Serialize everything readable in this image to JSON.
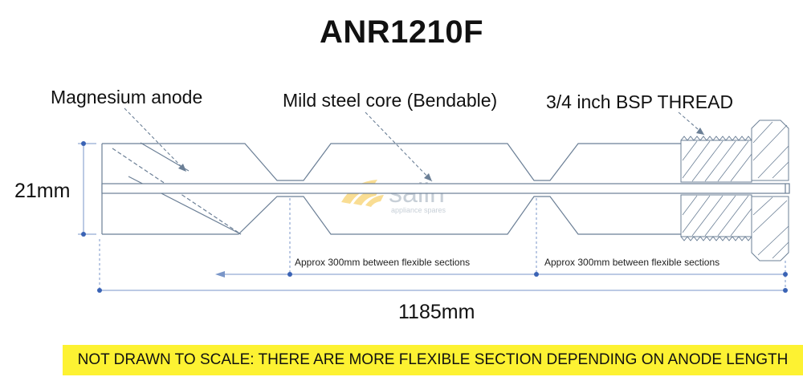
{
  "title": "ANR1210F",
  "callouts": {
    "anode": "Magnesium anode",
    "core": "Mild steel core (Bendable)",
    "thread": "3/4 inch BSP THREAD"
  },
  "dimensions": {
    "diameter": "21mm",
    "length": "1185mm",
    "section_note_1": "Approx 300mm between flexible sections",
    "section_note_2": "Approx 300mm between flexible sections"
  },
  "watermark": {
    "brand": "salin",
    "tagline": "appliance spares",
    "colors": {
      "swoosh": "#f5c33b",
      "text": "#9aa9b7"
    }
  },
  "banner": {
    "text": "NOT DRAWN TO SCALE: THERE ARE MORE FLEXIBLE SECTION DEPENDING ON ANODE LENGTH",
    "color": "#fdf232"
  },
  "colors": {
    "outline": "#6b7f96",
    "dimension": "#7a96c8",
    "dot": "#3a63b5"
  }
}
